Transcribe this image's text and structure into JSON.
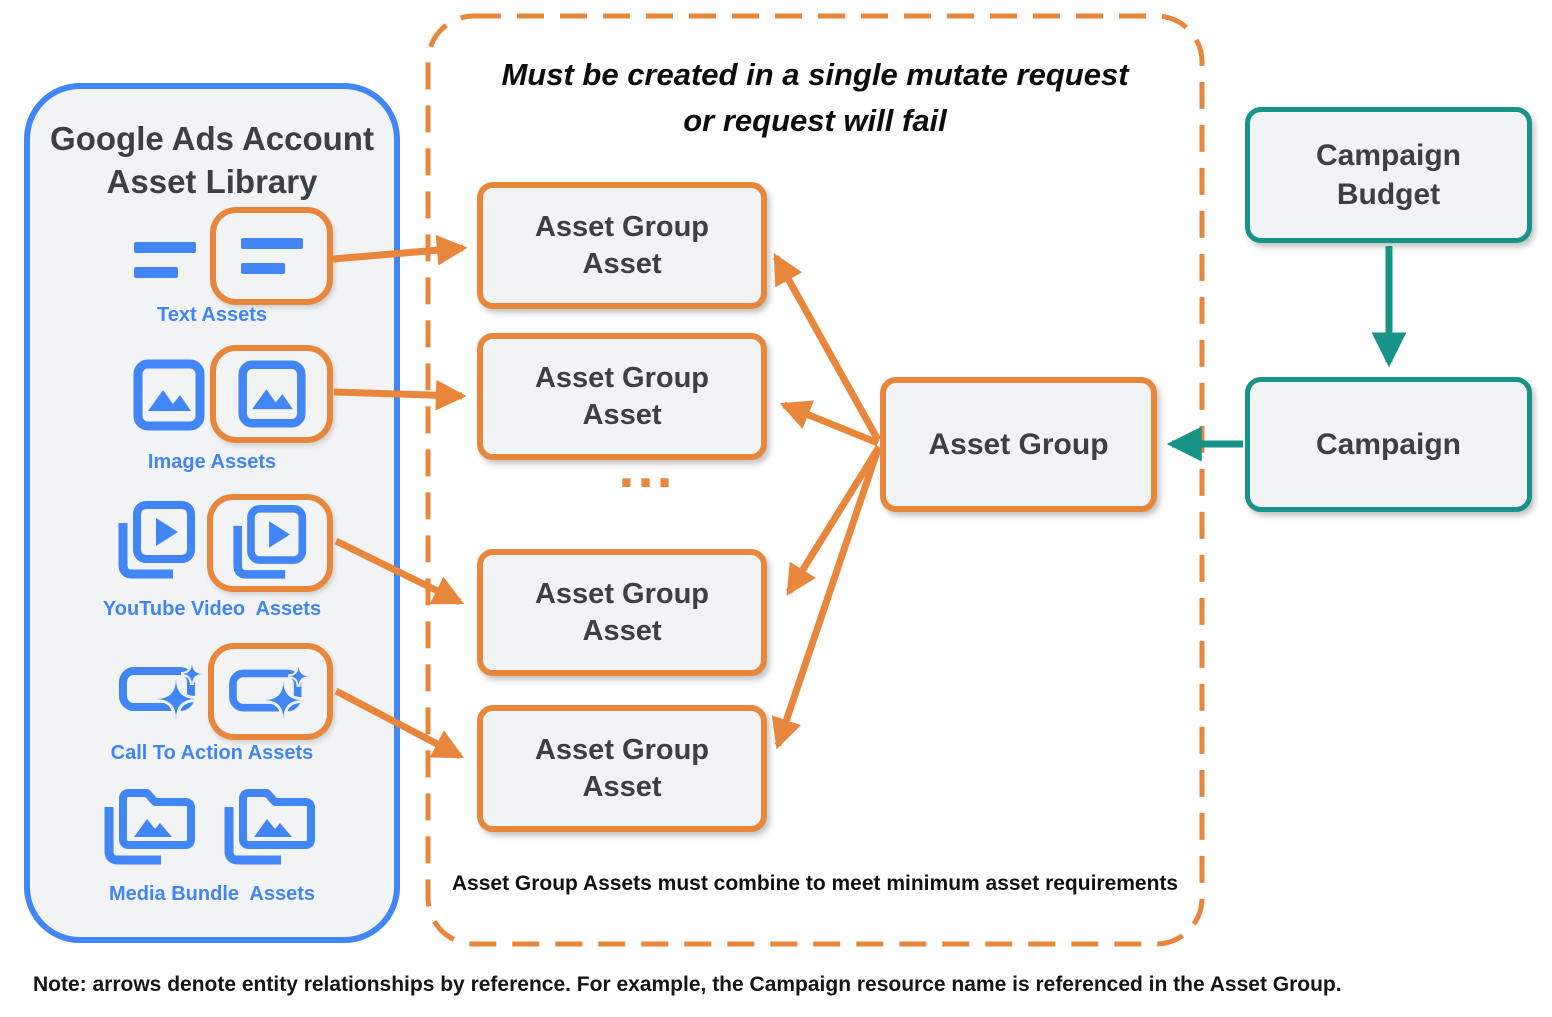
{
  "colors": {
    "blue": "#4285F4",
    "orange": "#E8873C",
    "teal": "#179387",
    "box_fill": "#F1F3F4",
    "dark_text": "#3C4043"
  },
  "library": {
    "title_line1": "Google Ads Account",
    "title_line2": "Asset Library",
    "items": [
      {
        "label": "Text Assets",
        "icon": "text-asset-icon"
      },
      {
        "label": "Image Assets",
        "icon": "image-asset-icon"
      },
      {
        "label": "YouTube Video  Assets",
        "icon": "youtube-video-asset-icon"
      },
      {
        "label": "Call To Action Assets",
        "icon": "call-to-action-asset-icon"
      },
      {
        "label": "Media Bundle  Assets",
        "icon": "media-bundle-asset-icon"
      }
    ]
  },
  "mutate_box": {
    "title_line1": "Must be created in a single mutate request",
    "title_line2": "or request will fail",
    "ellipsis": "...",
    "boxes": [
      {
        "label": "Asset Group Asset"
      },
      {
        "label": "Asset Group Asset"
      },
      {
        "label": "Asset Group Asset"
      },
      {
        "label": "Asset Group Asset"
      }
    ],
    "caption": "Asset Group Assets must combine to meet minimum asset requirements"
  },
  "asset_group": {
    "label": "Asset Group"
  },
  "campaign_budget": {
    "line1": "Campaign",
    "line2": "Budget"
  },
  "campaign": {
    "label": "Campaign"
  },
  "note": "Note: arrows denote entity relationships by reference. For example, the Campaign resource name is referenced in the Asset Group."
}
